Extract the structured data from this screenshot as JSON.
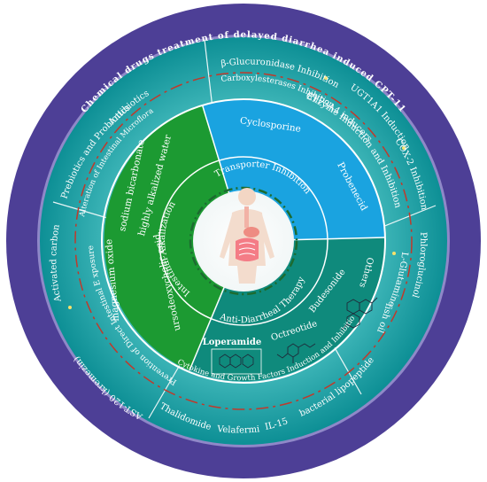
{
  "outer_title": "Chemical drugs treatment of delayed diarrhea induced CPT-11",
  "inner_ring": {
    "transporter": "Transporter Inhibition",
    "alkalization": "Intestinal Alkalization",
    "antidiarrheal": "Anti-Diarrheal Therapy"
  },
  "wedges": {
    "cyclosporine": "Cyclosporine",
    "probenecid": "Probenecid",
    "sodium_bicarbonate": "sodium bicarbonate",
    "alkalized_water": "highly alkalized water",
    "magnesium_oxide": "magnesium oxide",
    "ursodeoxycholic": "ursodeoxycholic acid",
    "loperamide": "Loperamide",
    "octreotide": "Octreotide",
    "budesonide": "Budesonide"
  },
  "outer_ring": {
    "glucuronidase": "β-Glucuronidase Inhibition",
    "carboxylesterases": "Carboxylesterases Inhibition",
    "ugt1a1": "UGT1A1 Induction",
    "cyp3a4": "CYP3A4 inducers",
    "enzyme": "Enzyme Induction and Inhibition",
    "cox2": "COX-2 Inhibition",
    "antibiotics": "Antibiotics",
    "prebiotics": "Prebiotics and Probiotics",
    "microflora": "Alteration of Intestinal Microflora",
    "activated_carbon": "Activated carbon",
    "exposure": "Prevention of Direct Intestinal E xposure",
    "ast120": "AST-120 (kremezin)",
    "phloroglucinol": "Phloroglucinol",
    "glutamine": "L-Glutamine",
    "fish_oil": "fish oil",
    "others": "Others",
    "cytokine": "Cytokine and Growth Factors Induction and Inhibition",
    "lipopeptide": "bacterial lipopeptide",
    "il15": "IL-15",
    "velafermin": "Velafermin",
    "thalidomide": "Thalidomide"
  },
  "colors": {
    "outer_band": "#4d3f96",
    "teal": "#1ba6a6",
    "blue": "#1aa3e0",
    "green": "#1c9a32",
    "dark_teal": "#0f8a7c",
    "accent_dash": "#c0392b"
  }
}
